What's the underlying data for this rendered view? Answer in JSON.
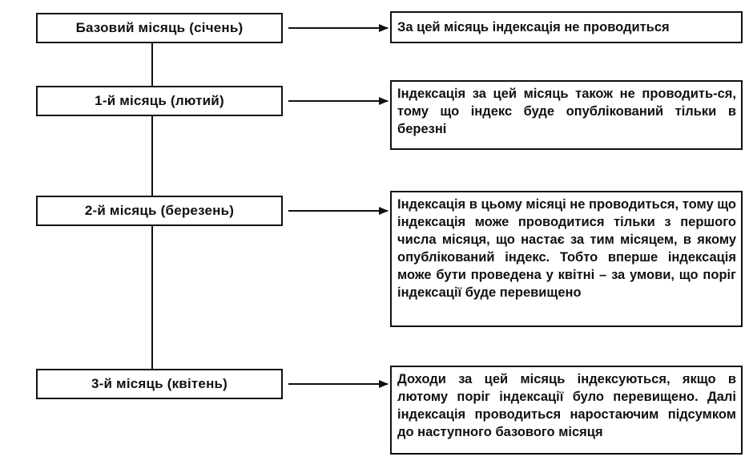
{
  "steps": [
    {
      "month": "Базовий місяць (січень)",
      "description": "За цей місяць індексація не проводиться"
    },
    {
      "month": "1-й місяць (лютий)",
      "description": "Індексація за цей місяць також не проводить-ся, тому що індекс буде опублікований тільки в березні"
    },
    {
      "month": "2-й місяць (березень)",
      "description": "Індексація в цьому місяці не проводиться, тому що індексація може проводитися тільки з першого числа місяця, що настає за тим місяцем, в якому опублікований індекс. Тобто вперше індексація може бути проведена у квітні – за умови, що поріг індексації буде перевищено"
    },
    {
      "month": "3-й місяць (квітень)",
      "description": "Доходи за цей місяць індексуються, якщо в лютому поріг індексації було перевищено. Далі індексація проводиться наростаючим підсумком до наступного базового місяця"
    }
  ],
  "colors": {
    "line": "#111111",
    "background": "#ffffff"
  }
}
